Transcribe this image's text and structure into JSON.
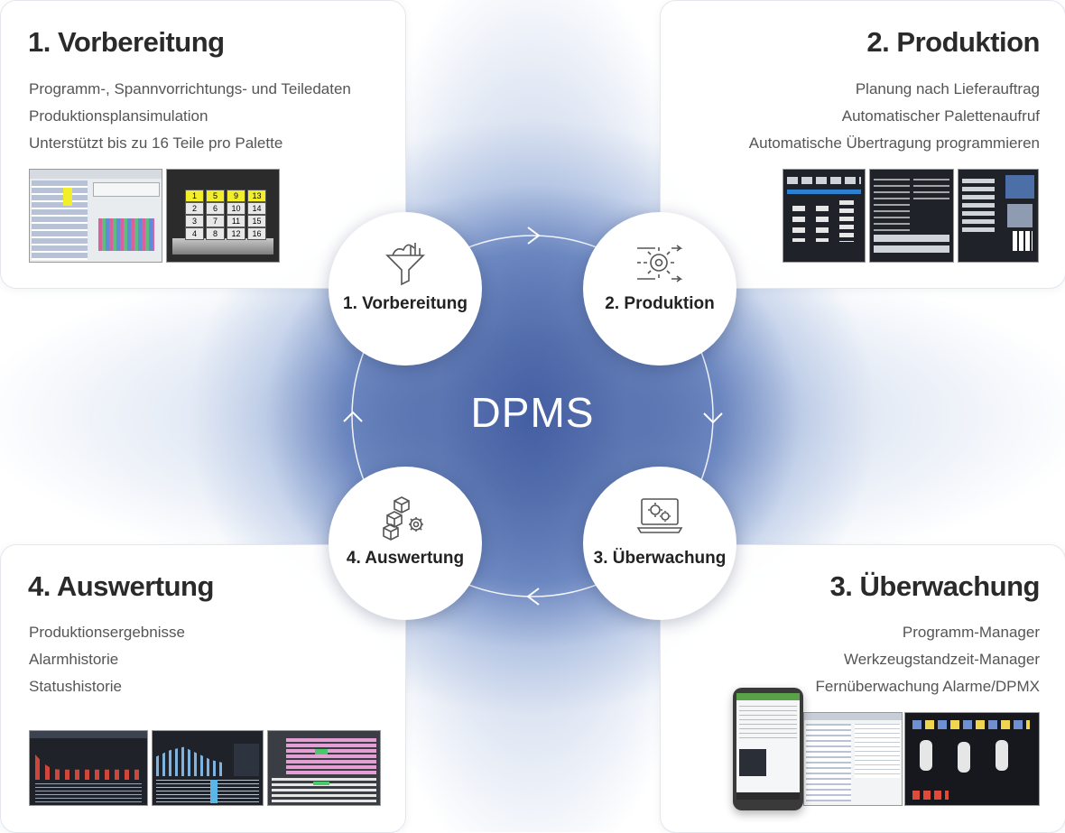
{
  "center_label": "DPMS",
  "steps": {
    "vorbereitung": {
      "title": "1. Vorbereitung",
      "node_label": "1. Vorbereitung",
      "items": [
        "Programm-, Spannvorrichtungs- und Teiledaten",
        "Produktionsplansimulation",
        "Unterstützt bis zu 16 Teile pro Palette"
      ],
      "pallet_numbers": [
        "1",
        "5",
        "9",
        "13",
        "2",
        "6",
        "10",
        "14",
        "3",
        "7",
        "11",
        "15",
        "4",
        "8",
        "12",
        "16"
      ]
    },
    "produktion": {
      "title": "2. Produktion",
      "node_label": "2. Produktion",
      "items": [
        "Planung nach Lieferauftrag",
        "Automatischer Palettenaufruf",
        "Automatische Übertragung programmieren"
      ]
    },
    "ueberwachung": {
      "title": "3. Überwachung",
      "node_label": "3. Überwachung",
      "items": [
        "Programm-Manager",
        "Werkzeugstandzeit-Manager",
        "Fernüberwachung Alarme/DPMX"
      ]
    },
    "auswertung": {
      "title": "4. Auswertung",
      "node_label": "4. Auswertung",
      "items": [
        "Produktionsergebnisse",
        "Alarmhistorie",
        "Statushistorie"
      ]
    }
  },
  "icons": {
    "vorbereitung": "funnel-chart-icon",
    "produktion": "gear-arrows-icon",
    "ueberwachung": "laptop-gears-icon",
    "auswertung": "boxes-gear-icon"
  },
  "colors": {
    "center_glow": "#3e4d8c",
    "card_border": "#e3e6ec",
    "text": "#2a2a2a"
  }
}
